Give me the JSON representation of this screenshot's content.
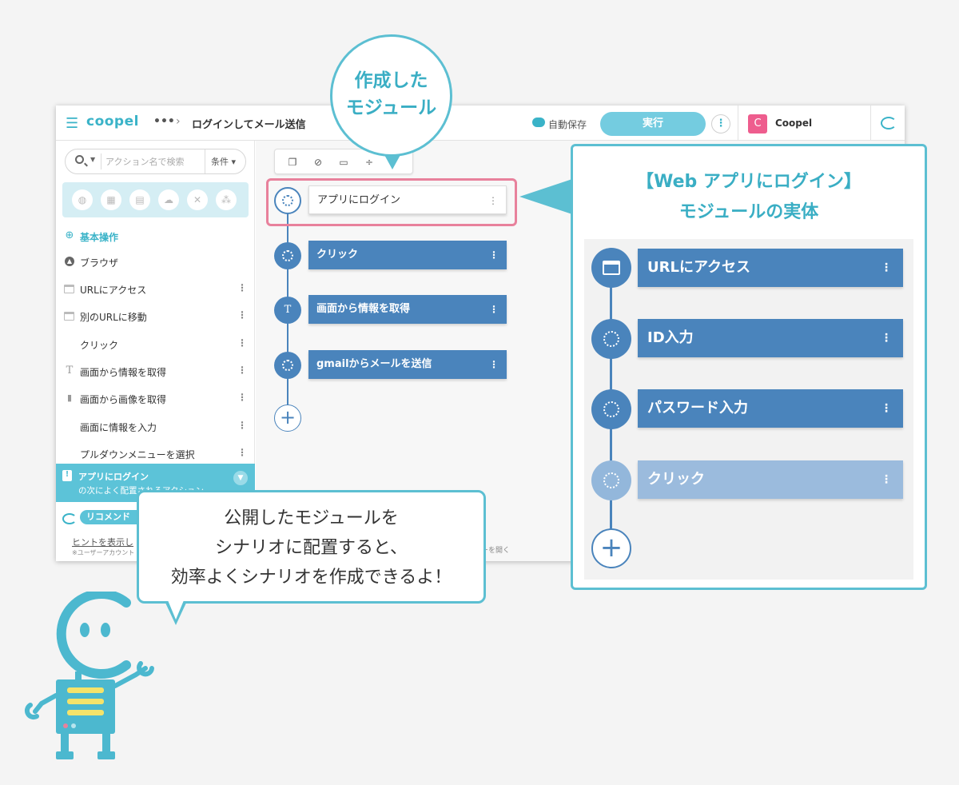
{
  "header": {
    "menu_icon": "hamburger-icon",
    "logo": "coopel",
    "more": "•••",
    "crumb_chevron": "›",
    "scenario_title": "ログインしてメール送信",
    "autosave_label": "自動保存",
    "run_label": "実行",
    "kebab": "⋮",
    "user_initial": "C",
    "user_name": "Coopel"
  },
  "sidebar": {
    "search_placeholder": "アクション名で検索",
    "conditions_label": "条件 ▾",
    "category_icons": [
      "globe-icon",
      "excel-icon",
      "file-icon",
      "cloud-icon",
      "tools-icon",
      "share-icon"
    ],
    "basic_ops": "基本操作",
    "browser": "ブラウザ",
    "items": [
      {
        "label": "URLにアクセス",
        "icon": "window-icon"
      },
      {
        "label": "別のURLに移動",
        "icon": "window-icon"
      },
      {
        "label": "クリック",
        "icon": ""
      },
      {
        "label": "画面から情報を取得",
        "icon": "text-icon"
      },
      {
        "label": "画面から画像を取得",
        "icon": "document-icon"
      },
      {
        "label": "画面に情報を入力",
        "icon": ""
      },
      {
        "label": "プルダウンメニューを選択",
        "icon": ""
      }
    ],
    "recommend_title": "アプリにログイン",
    "recommend_subtitle": "の次によく配置されるアクション",
    "recommend_chip": "リコメンド",
    "hint_link": "ヒントを表示し",
    "hint_note": "※ユーザーアカウント",
    "panel_open": "ーを開く"
  },
  "canvas": {
    "flow": [
      {
        "label": "アプリにログイン",
        "style": "module",
        "node": "ring"
      },
      {
        "label": "クリック",
        "style": "action",
        "node": "ring"
      },
      {
        "label": "画面から情報を取得",
        "style": "action",
        "node": "T"
      },
      {
        "label": "gmailからメールを送信",
        "style": "action",
        "node": "ring"
      }
    ],
    "add": "+"
  },
  "callouts": {
    "top_line1": "作成した",
    "top_line2": "モジュール",
    "panel_title1": "【Web アプリにログイン】",
    "panel_title2": "モジュールの実体",
    "panel_flow": [
      {
        "label": "URLにアクセス",
        "node": "window"
      },
      {
        "label": "ID入力",
        "node": "ring"
      },
      {
        "label": "パスワード入力",
        "node": "ring"
      },
      {
        "label": "クリック",
        "node": "ring"
      }
    ],
    "panel_add": "+",
    "speech_line1": "公開したモジュールを",
    "speech_line2": "シナリオに配置すると、",
    "speech_line3": "効率よくシナリオを作成できるよ！"
  },
  "colors": {
    "accent": "#3ab3c8",
    "flow_blue": "#4a84bc",
    "highlight_pink": "#e8819c",
    "run_button": "#74cce0"
  }
}
